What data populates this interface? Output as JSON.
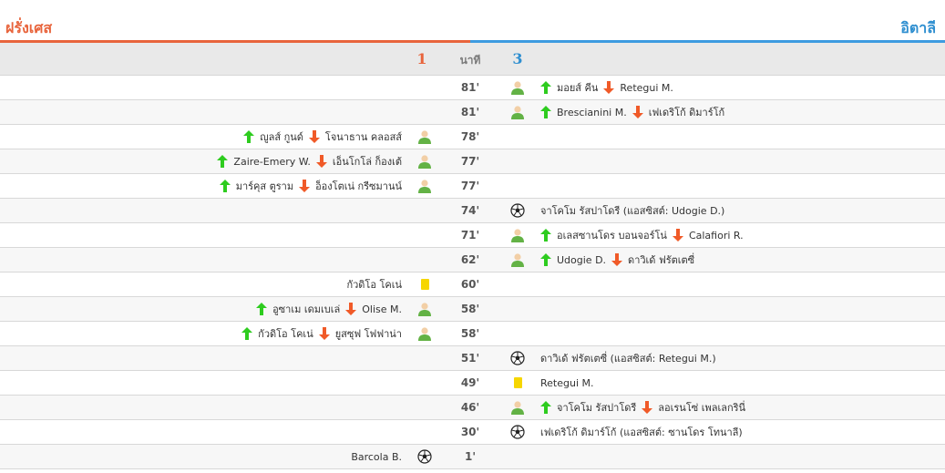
{
  "teams": {
    "home": "ฝรั่งเศส",
    "away": "อิตาลี"
  },
  "header": {
    "home_score": "1",
    "minute_label": "นาที",
    "away_score": "3"
  },
  "colors": {
    "home_accent": "#e8643c",
    "away_accent": "#3d9be0",
    "sub_in_arrow": "#2ecc1f",
    "sub_out_arrow": "#f05a28",
    "yellow_card": "#f6d600"
  },
  "events": [
    {
      "minute": "81'",
      "side": "away",
      "type": "substitution",
      "icon": "player-sub-icon",
      "in": "มอยส์ คีน",
      "out": "Retegui M."
    },
    {
      "minute": "81'",
      "side": "away",
      "type": "substitution",
      "icon": "player-sub-icon",
      "in": "Brescianini M.",
      "out": "เฟเดริโก้ ดิมาร์โก้"
    },
    {
      "minute": "78'",
      "side": "home",
      "type": "substitution",
      "icon": "player-sub-icon",
      "in": "ญูลส์ กูนด์",
      "out": "โจนาธาน คลอสส์"
    },
    {
      "minute": "77'",
      "side": "home",
      "type": "substitution",
      "icon": "player-sub-icon",
      "in": "Zaire-Emery W.",
      "out": "เอ็นโกโล่ ก็องเต้"
    },
    {
      "minute": "77'",
      "side": "home",
      "type": "substitution",
      "icon": "player-sub-icon",
      "in": "มาร์คุส ตูราม",
      "out": "อ็องโตเน่ กรีซมานน์"
    },
    {
      "minute": "74'",
      "side": "away",
      "type": "goal",
      "icon": "soccer-ball-icon",
      "text": "จาโคโม รัสปาโดรี (แอสซิสต์: Udogie D.)"
    },
    {
      "minute": "71'",
      "side": "away",
      "type": "substitution",
      "icon": "player-sub-icon",
      "in": "อเลสซานโดร บอนจอร์โน่",
      "out": "Calafiori R."
    },
    {
      "minute": "62'",
      "side": "away",
      "type": "substitution",
      "icon": "player-sub-icon",
      "in": "Udogie D.",
      "out": "ดาวิเด้ ฟรัตเตซี่"
    },
    {
      "minute": "60'",
      "side": "home",
      "type": "yellow_card",
      "icon": "yellow-card-icon",
      "text": "กัวดิโอ โคเน่"
    },
    {
      "minute": "58'",
      "side": "home",
      "type": "substitution",
      "icon": "player-sub-icon",
      "in": "อูซาเม เดมเบเล่",
      "out": "Olise M."
    },
    {
      "minute": "58'",
      "side": "home",
      "type": "substitution",
      "icon": "player-sub-icon",
      "in": "กัวดิโอ โคเน่",
      "out": "ยูสซุฟ โฟฟาน่า"
    },
    {
      "minute": "51'",
      "side": "away",
      "type": "goal",
      "icon": "soccer-ball-icon",
      "text": "ดาวิเด้ ฟรัตเตซี่ (แอสซิสต์: Retegui M.)"
    },
    {
      "minute": "49'",
      "side": "away",
      "type": "yellow_card",
      "icon": "yellow-card-icon",
      "text": "Retegui M."
    },
    {
      "minute": "46'",
      "side": "away",
      "type": "substitution",
      "icon": "player-sub-icon",
      "in": "จาโคโม รัสปาโดรี",
      "out": "ลอเรนโซ่ เพลเลกรินี่"
    },
    {
      "minute": "30'",
      "side": "away",
      "type": "goal",
      "icon": "soccer-ball-icon",
      "text": "เฟเดริโก้ ดิมาร์โก้ (แอสซิสต์: ซานโดร โทนาลี)"
    },
    {
      "minute": "1'",
      "side": "home",
      "type": "goal",
      "icon": "soccer-ball-icon",
      "text": "Barcola B."
    }
  ]
}
